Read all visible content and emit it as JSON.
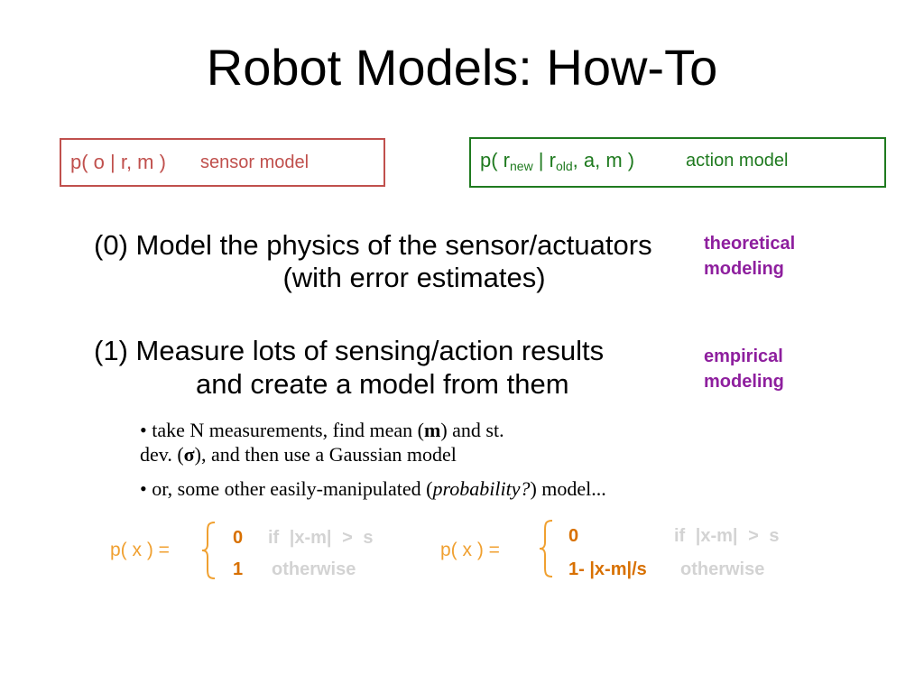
{
  "slide": {
    "title": "Robot Models: How-To"
  },
  "sensor_box": {
    "formula": "p( o | r, m )",
    "label": "sensor model"
  },
  "action_box": {
    "formula_prefix": "p( r",
    "formula_sub_new": "new",
    "formula_mid": " | r",
    "formula_sub_old": "old",
    "formula_suffix": ", a, m )",
    "label": "action model"
  },
  "approaches": [
    {
      "line1": "(0) Model the physics of the sensor/actuators",
      "line2": "(with error estimates)",
      "tag_line1": "theoretical",
      "tag_line2": "modeling"
    },
    {
      "line1": "(1) Measure lots of sensing/action results",
      "line2": "and create a model from them",
      "tag_line1": "empirical",
      "tag_line2": "modeling"
    }
  ],
  "bullets": {
    "first": {
      "text_a": "• take N measurements, find mean (",
      "bold_mean": "m",
      "text_b": ") and st.",
      "cont_a": "dev. (",
      "bold_sigma": "σ",
      "cont_b": "), and then use a Gaussian model"
    },
    "second": {
      "text_a": "• or, some other easily-manipulated (",
      "italic": "probability?",
      "text_b": ") model..."
    }
  },
  "formulas": [
    {
      "lhs": "p( x ) =",
      "case1_value": "0",
      "case1_condition": "if |x-m| > s",
      "case2_value": "1",
      "case2_condition": "otherwise"
    },
    {
      "lhs": "p( x ) =",
      "case1_value": "0",
      "case1_condition": "if |x-m| > s",
      "case2_value": "1- |x-m|/s",
      "case2_condition": "otherwise"
    }
  ],
  "colors": {
    "sensor": "#c0504d",
    "action": "#1f7a1f",
    "tag": "#8e1f9e",
    "formula_lhs": "#f0a030",
    "formula_value": "#d87000",
    "formula_faded": "#d3d3d3"
  }
}
